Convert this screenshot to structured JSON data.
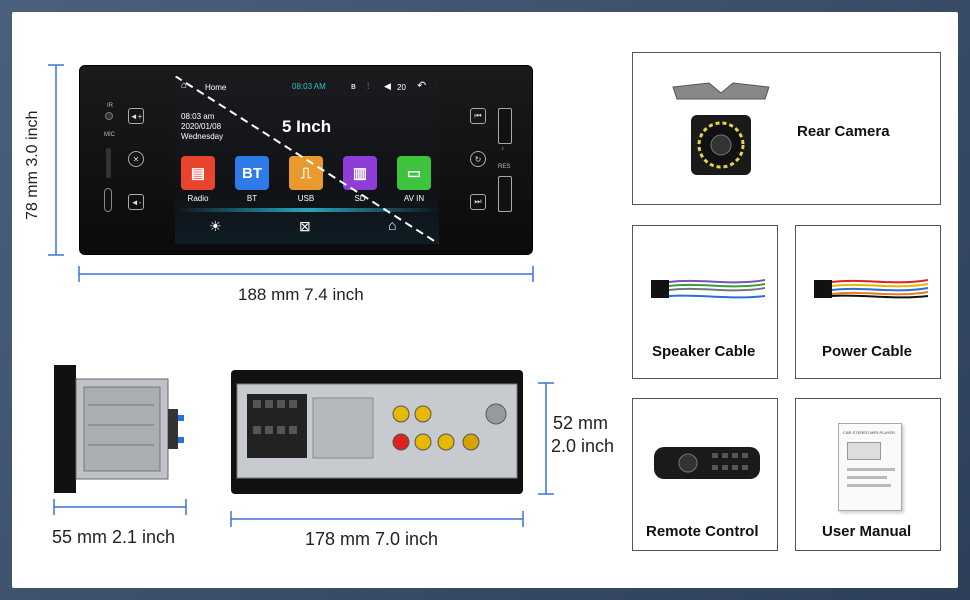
{
  "dimensions": {
    "height_front": "78 mm 3.0 inch",
    "width_front": "188 mm 7.4 inch",
    "depth": "55 mm 2.1 inch",
    "width_back": "178 mm 7.0 inch",
    "height_back_mm": "52 mm",
    "height_back_inch": "2.0 inch"
  },
  "screen": {
    "home_label": "Home",
    "time": "08:03 AM",
    "volume": "20",
    "clock_time": "08:03 am",
    "date": "2020/01/08",
    "weekday": "Wednesday",
    "size_label": "5 Inch",
    "apps": [
      {
        "label": "Radio",
        "icon": "radio-icon",
        "color": "#e8442e"
      },
      {
        "label": "BT",
        "icon": "bluetooth-icon",
        "color": "#2e7be8"
      },
      {
        "label": "USB",
        "icon": "usb-icon",
        "color": "#e89a2e"
      },
      {
        "label": "SD",
        "icon": "sd-card-icon",
        "color": "#8e3ed6"
      },
      {
        "label": "AV IN",
        "icon": "av-in-icon",
        "color": "#3ec33e"
      }
    ]
  },
  "unit_labels": {
    "ir": "IR",
    "mic": "MIC",
    "res": "RES"
  },
  "accessories": {
    "rear_camera": "Rear Camera",
    "speaker_cable": "Speaker Cable",
    "power_cable": "Power Cable",
    "remote_control": "Remote Control",
    "user_manual": "User Manual",
    "manual_title": "CAR STEREO MP5 PLAYER"
  }
}
